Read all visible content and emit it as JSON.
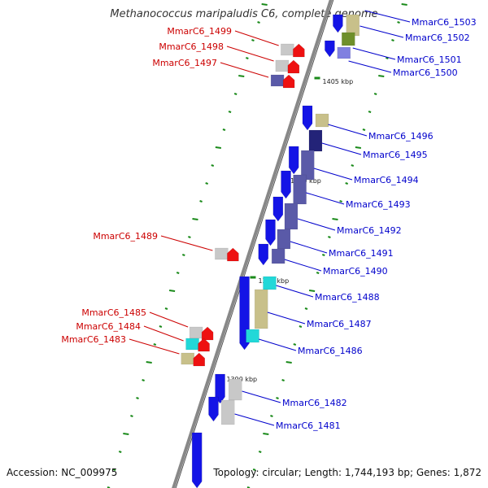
{
  "title": "Methanococcus maripaludis C6, complete genome",
  "accession": "Accession: NC_009975",
  "topology": "Topology: circular; Length: 1,744,193 bp; Genes: 1,872",
  "colors": {
    "backbone": "#888888",
    "blue": "#1414e6",
    "slate": "#5a5aa8",
    "navy": "#232378",
    "khaki": "#c8c08a",
    "olive": "#6f8f2a",
    "lavender": "#8080e0",
    "gray": "#c8c8c8",
    "cyan": "#22d8d8",
    "red": "#ee1111",
    "tick": "#1a8a1a",
    "label_blue": "#0000cc",
    "label_red": "#cc0000"
  },
  "scale_labels": [
    "1405 kbp",
    "1400 kbp",
    "1395 kbp",
    "1390 kbp"
  ],
  "genes_right": [
    {
      "name": "MmarC6_1503",
      "color": "khaki"
    },
    {
      "name": "MmarC6_1502",
      "color": "olive"
    },
    {
      "name": "MmarC6_1501",
      "color": "lavender"
    },
    {
      "name": "MmarC6_1500",
      "color": "blue"
    },
    {
      "name": "MmarC6_1496",
      "color": "khaki"
    },
    {
      "name": "MmarC6_1495",
      "color": "navy"
    },
    {
      "name": "MmarC6_1494",
      "color": "slate"
    },
    {
      "name": "MmarC6_1493",
      "color": "slate"
    },
    {
      "name": "MmarC6_1492",
      "color": "slate"
    },
    {
      "name": "MmarC6_1491",
      "color": "slate"
    },
    {
      "name": "MmarC6_1490",
      "color": "slate"
    },
    {
      "name": "MmarC6_1488",
      "color": "cyan"
    },
    {
      "name": "MmarC6_1487",
      "color": "khaki"
    },
    {
      "name": "MmarC6_1486",
      "color": "cyan"
    },
    {
      "name": "MmarC6_1482",
      "color": "blue"
    },
    {
      "name": "MmarC6_1481",
      "color": "gray"
    }
  ],
  "genes_left": [
    {
      "name": "MmarC6_1499",
      "color": "gray"
    },
    {
      "name": "MmarC6_1498",
      "color": "gray"
    },
    {
      "name": "MmarC6_1497",
      "color": "slate"
    },
    {
      "name": "MmarC6_1489",
      "color": "gray"
    },
    {
      "name": "MmarC6_1485",
      "color": "gray"
    },
    {
      "name": "MmarC6_1484",
      "color": "cyan"
    },
    {
      "name": "MmarC6_1483",
      "color": "khaki"
    }
  ]
}
